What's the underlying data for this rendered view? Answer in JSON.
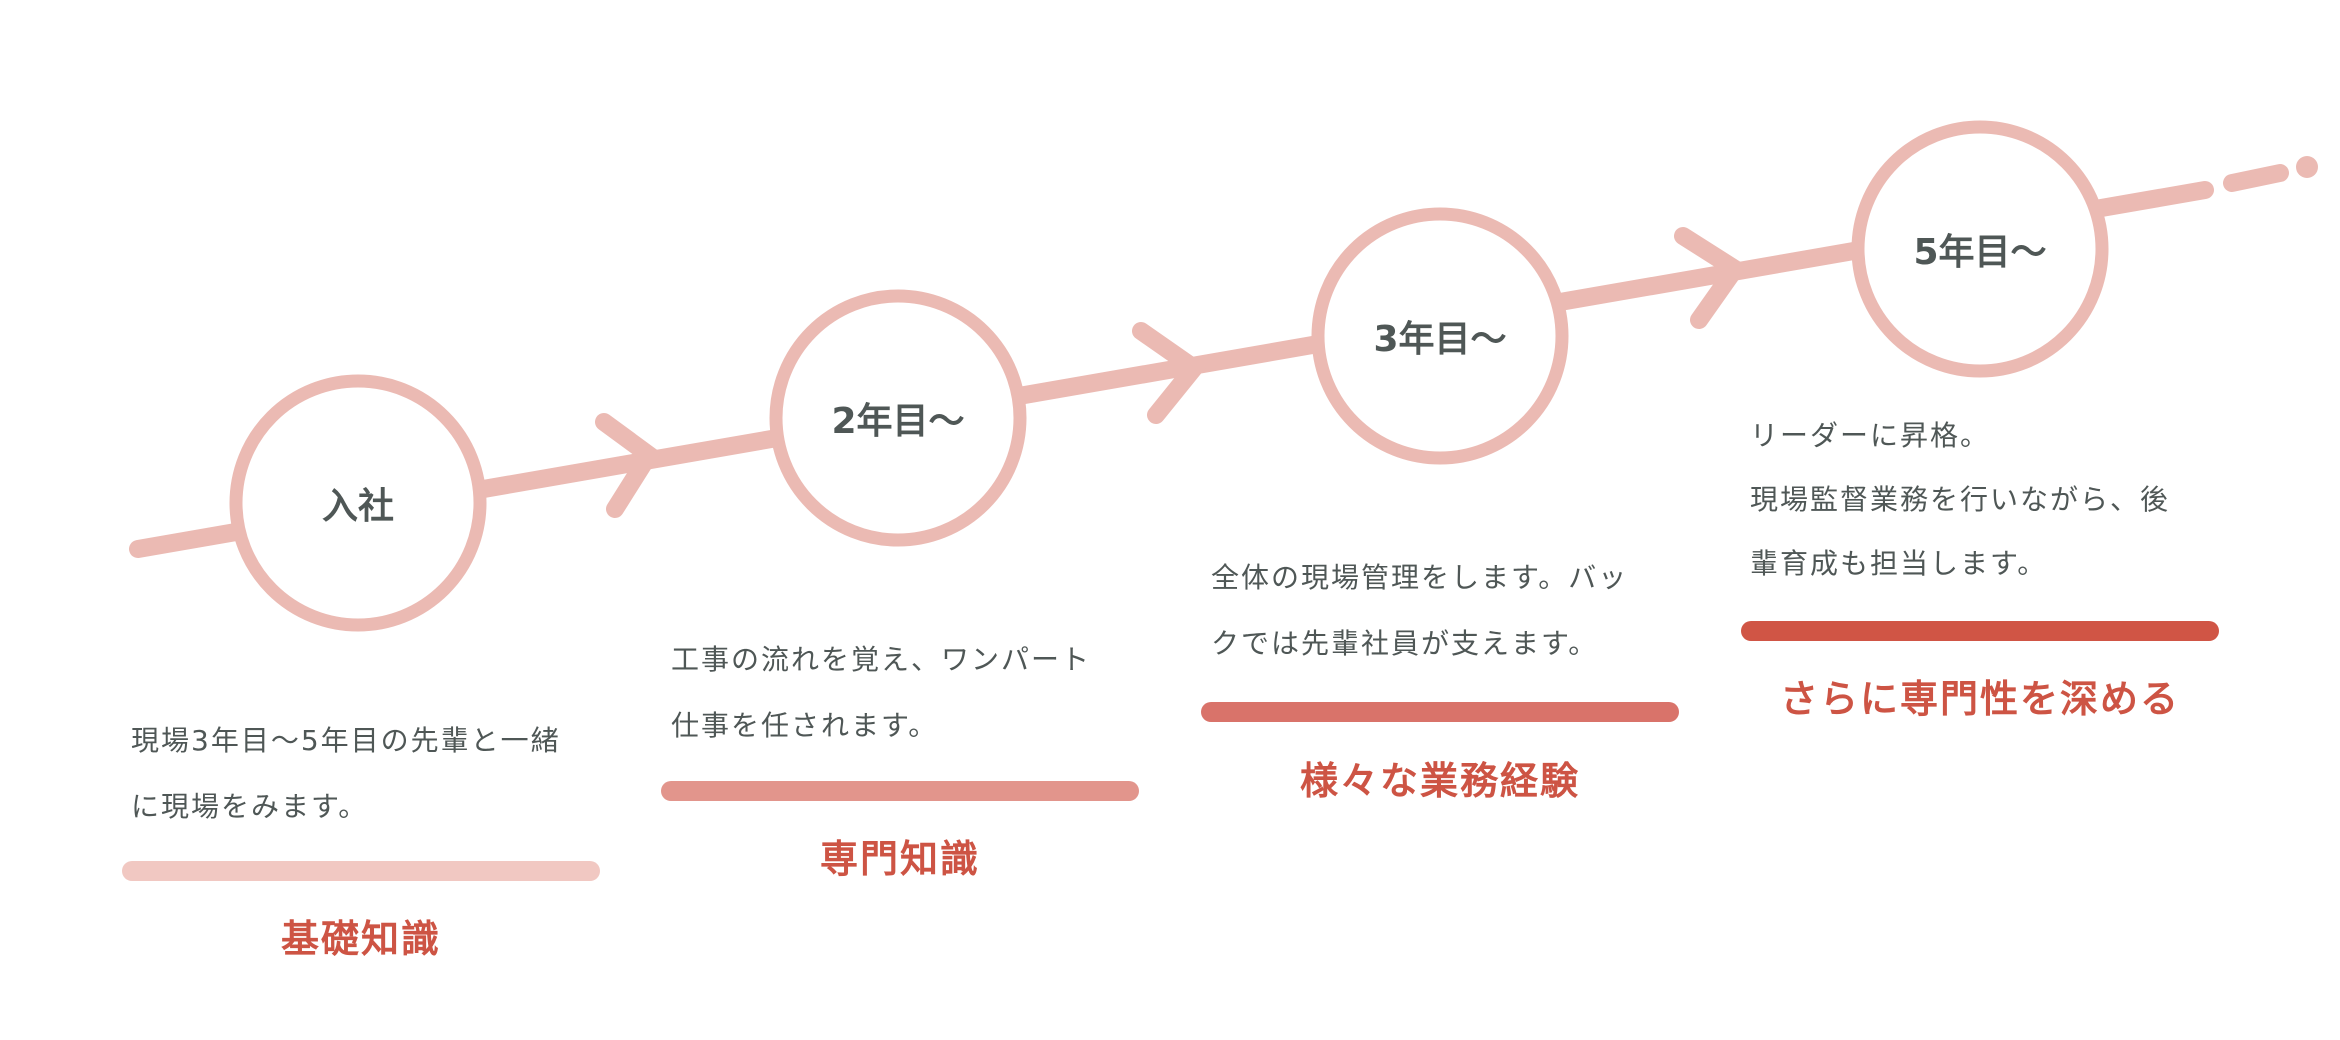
{
  "colors": {
    "line": "#ebbab3",
    "text": "#4f5756",
    "label": "#cd5444"
  },
  "stages": [
    {
      "title": "入社",
      "desc": [
        "現場3年目～5年目の先輩と一緒",
        "に現場をみます。"
      ],
      "skill": "基礎知識",
      "bar_color": "#f1c8c2"
    },
    {
      "title": "2年目～",
      "desc": [
        "工事の流れを覚え、ワンパート",
        "仕事を任されます。"
      ],
      "skill": "専門知識",
      "bar_color": "#e2958c"
    },
    {
      "title": "3年目～",
      "desc": [
        "全体の現場管理をします。バッ",
        "クでは先輩社員が支えます。"
      ],
      "skill": "様々な業務経験",
      "bar_color": "#d9736a"
    },
    {
      "title": "5年目～",
      "desc": [
        "リーダーに昇格。",
        "現場監督業務を行いながら、後",
        "輩育成も担当します。"
      ],
      "skill": "さらに専門性を深める",
      "bar_color": "#d05545"
    }
  ]
}
